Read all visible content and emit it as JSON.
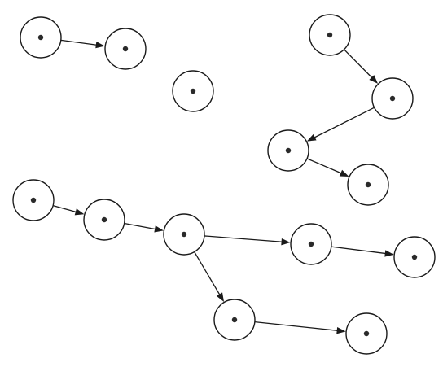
{
  "diagram": {
    "nodes": [
      {
        "id": "n1"
      },
      {
        "id": "n2"
      },
      {
        "id": "n3"
      },
      {
        "id": "n4"
      },
      {
        "id": "n5"
      },
      {
        "id": "n6"
      },
      {
        "id": "n7"
      },
      {
        "id": "n8"
      },
      {
        "id": "n9"
      },
      {
        "id": "n10"
      },
      {
        "id": "n11"
      },
      {
        "id": "n12"
      },
      {
        "id": "n13"
      },
      {
        "id": "n14"
      }
    ],
    "edges": [
      {
        "from": "n1",
        "to": "n2"
      },
      {
        "from": "n4",
        "to": "n5"
      },
      {
        "from": "n5",
        "to": "n6"
      },
      {
        "from": "n6",
        "to": "n7"
      },
      {
        "from": "n8",
        "to": "n9"
      },
      {
        "from": "n9",
        "to": "n10"
      },
      {
        "from": "n10",
        "to": "n11"
      },
      {
        "from": "n11",
        "to": "n12"
      },
      {
        "from": "n10",
        "to": "n13"
      },
      {
        "from": "n13",
        "to": "n14"
      }
    ],
    "colors": {
      "stroke": "#1a1a1a",
      "dot": "#2a2a2a",
      "background": "#ffffff"
    }
  }
}
